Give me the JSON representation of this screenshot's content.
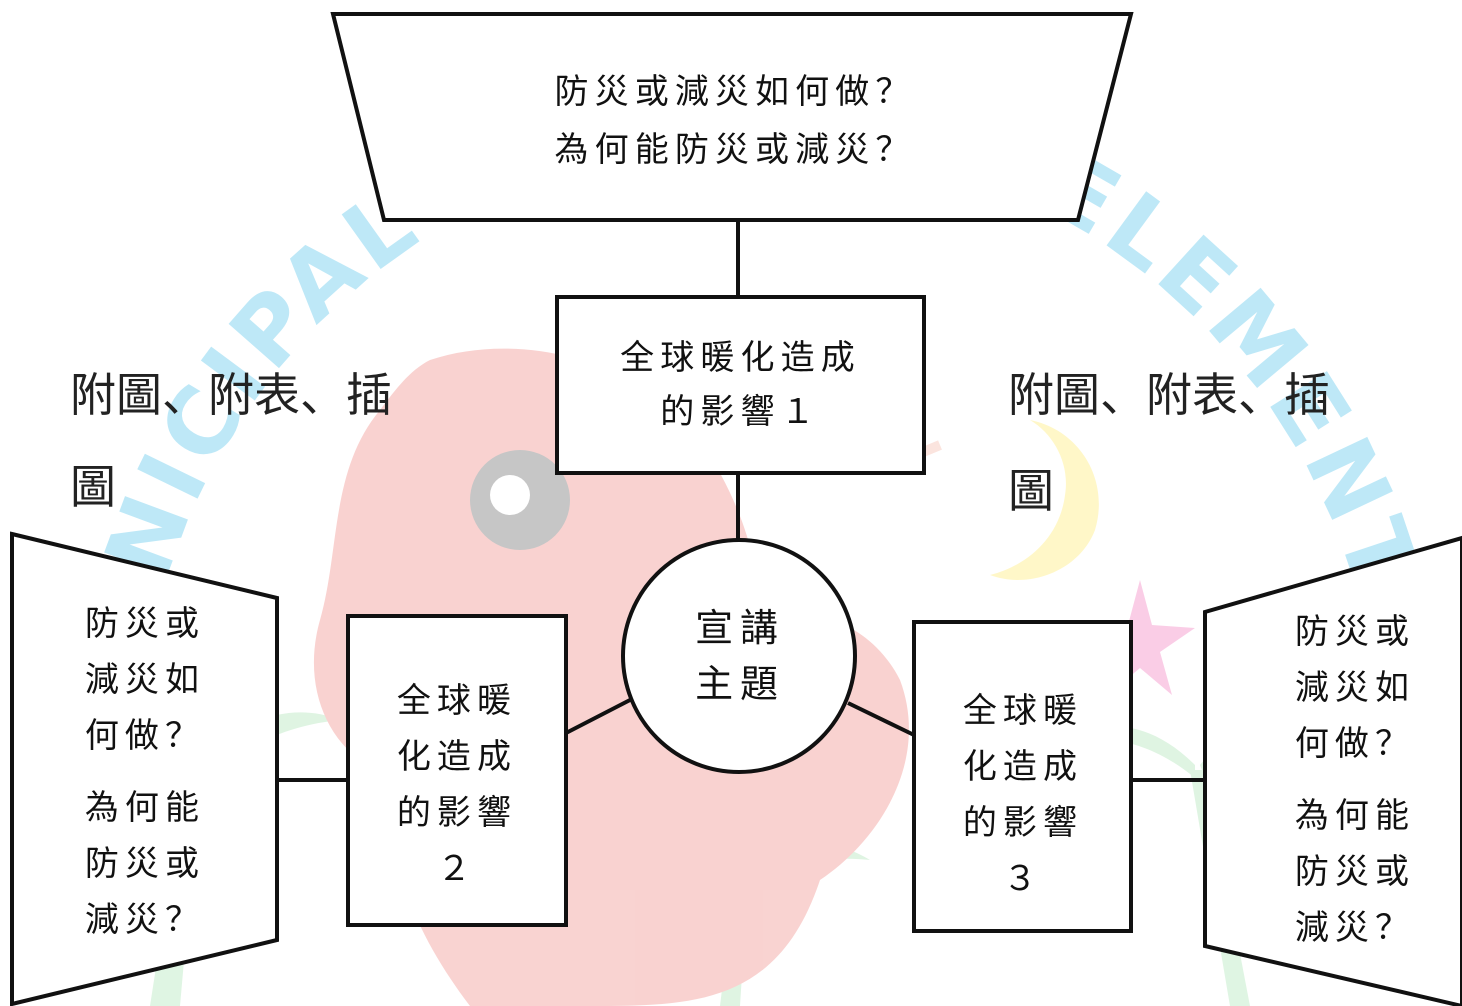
{
  "top_box": {
    "lines": [
      "防災或減災如何做？",
      "為何能防災或減災？"
    ]
  },
  "center_circle": {
    "lines": [
      "宣講",
      "主題"
    ]
  },
  "effect_1": {
    "lines": [
      "全球暖化造成",
      "的影響１"
    ]
  },
  "effect_2": {
    "lines": [
      "全球暖",
      "化造成",
      "的影響",
      "２"
    ]
  },
  "effect_3": {
    "lines": [
      "全球暖",
      "化造成",
      "的影響",
      "３"
    ]
  },
  "left_box": {
    "lines": [
      "防災或",
      "減災如",
      "何做？",
      "為何能",
      "防災或",
      "減災？"
    ]
  },
  "right_box": {
    "lines": [
      "防災或",
      "減災如",
      "何做？",
      "為何能",
      "防災或",
      "減災？"
    ]
  },
  "left_caption": {
    "line1": "附圖、附表、插",
    "line2": "圖"
  },
  "right_caption": {
    "line1": "附圖、附表、插",
    "line2": "圖"
  },
  "watermark": {
    "text": "MUNICIPAL DUNG XIN ELEMENTARY SCHOOL",
    "colors": {
      "ring": "#59c9ee",
      "mascot": "#f3a09c",
      "sun": "#ffd2c8",
      "moon": "#fff3a8",
      "star": "#f7b4d8",
      "palm": "#bfe9c4"
    }
  }
}
